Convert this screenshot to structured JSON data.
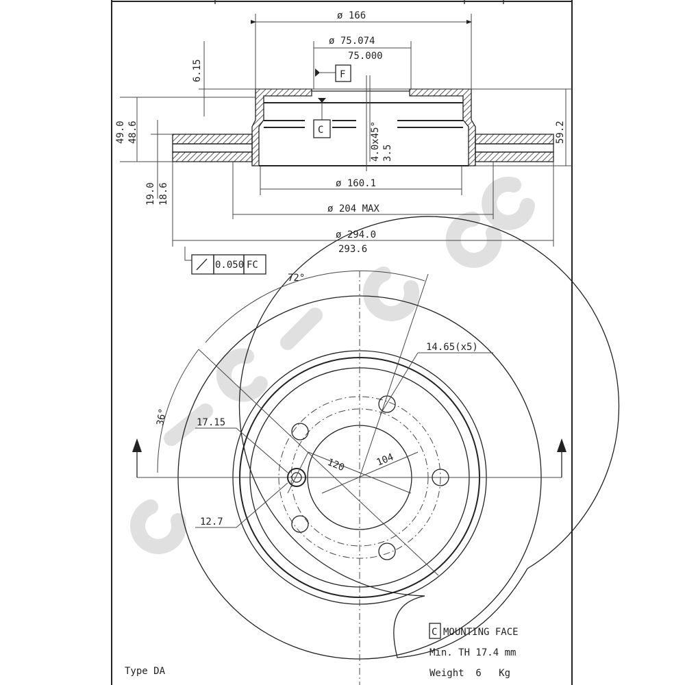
{
  "title_block": {
    "type": "Type DA"
  },
  "side_view": {
    "dia_hat": "ø 166",
    "dia_bore_max": "ø 75.074",
    "dia_bore_min": "75.000",
    "flange_thk": "6.15",
    "datum_f": "F",
    "datum_c": "C",
    "chamfer": "4.0x45°",
    "height_max": "49.0",
    "height_min": "48.6",
    "total_height": "59.2",
    "bevel": "3.5",
    "rotor_thk_max": "19.0",
    "rotor_thk_min": "18.6",
    "dia_inner": "ø 160.1",
    "dia_204": "ø 204 MAX",
    "dia_outer_max": "ø 294.0",
    "dia_outer_min": "293.6",
    "runout_value": "0.050",
    "runout_datum": "FC"
  },
  "front_view": {
    "angle_72": "72°",
    "angle_36": "36°",
    "bolt_hole": "14.65(x5)",
    "pcd": "120",
    "pilot": "104",
    "pin_hole": "17.15",
    "pin": "12.7"
  },
  "notes": {
    "datum_c": "C",
    "mounting_face": "MOUNTING FACE",
    "min_th": "Min. TH 17.4 mm",
    "weight": "Weight  6   Kg"
  },
  "watermark": "brembo"
}
